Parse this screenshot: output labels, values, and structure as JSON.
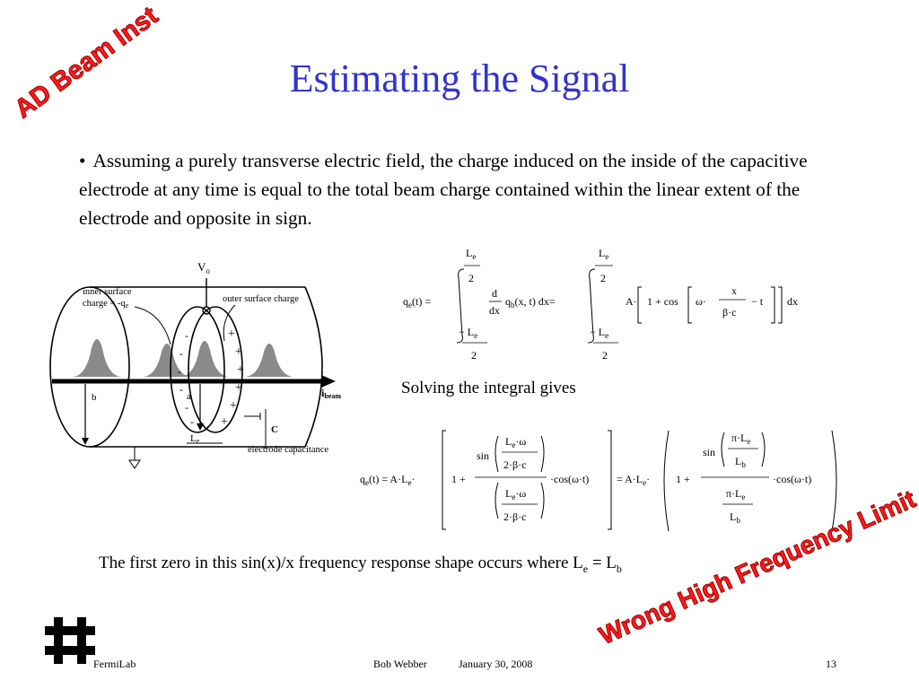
{
  "slide": {
    "title": "Estimating the Signal",
    "bullet_marker": "•",
    "bullet_text": "Assuming a purely transverse electric field, the charge induced on the inside of the capacitive electrode at any time is equal to the total beam charge contained within the linear extent of the electrode and opposite in sign.",
    "solving_text": "Solving the integral gives",
    "zero_text": "The first zero in this sin(x)/x frequency response shape occurs where L",
    "zero_sub1": "e",
    "zero_eq": " = L",
    "zero_sub2": "b"
  },
  "stamps": {
    "top": "AD Beam Inst",
    "bottom": "Wrong High Frequency Limit"
  },
  "diagram": {
    "vo": "V",
    "vo_sub": "o",
    "inner_surface": "inner surface",
    "inner_charge": "charge = -q",
    "inner_charge_sub": "e",
    "outer_surface": "outer surface charge",
    "b_label": "b",
    "a_label": "a",
    "le_label": "L",
    "le_sub": "e",
    "c_label": "C",
    "ibeam": "i",
    "ibeam_sub": "beam",
    "capacitance": "electrode capacitance"
  },
  "footer": {
    "left": "FermiLab",
    "author": "Bob Webber",
    "date": "January 30, 2008",
    "page": "13"
  },
  "colors": {
    "title": "#3333cc",
    "stamp": "#ff1a1a"
  }
}
